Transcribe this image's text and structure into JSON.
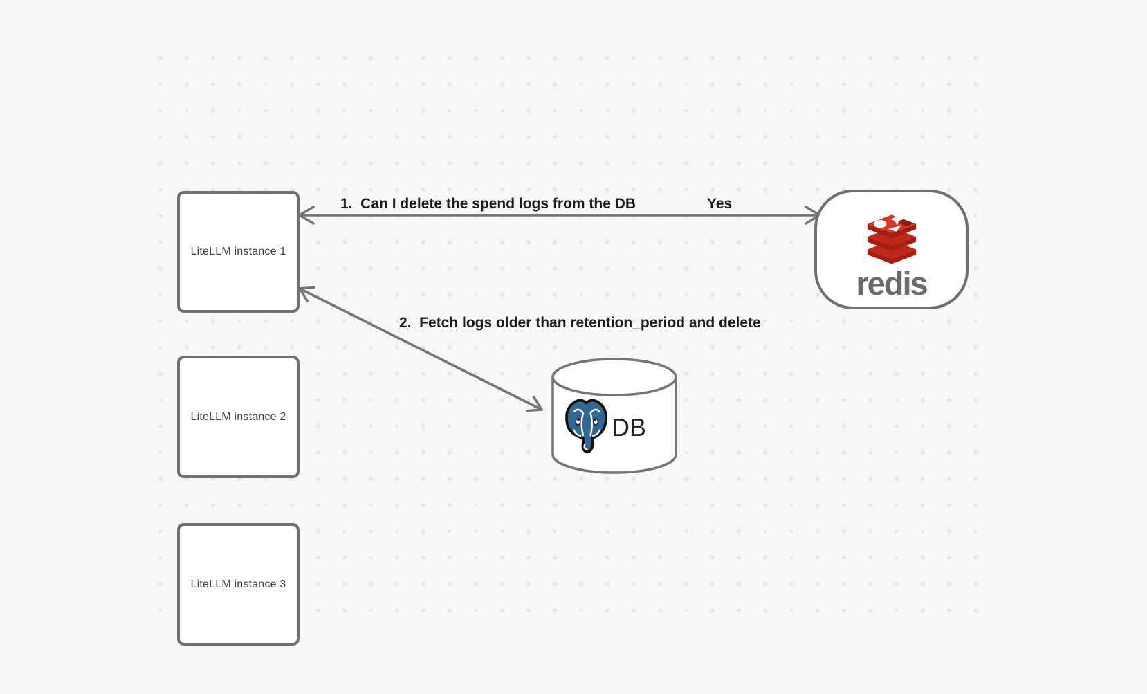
{
  "canvas": {
    "background": "#f7f7f6",
    "dot_color": "#e6e6e4"
  },
  "nodes": {
    "instances": [
      {
        "label": "LiteLLM instance 1"
      },
      {
        "label": "LiteLLM instance 2"
      },
      {
        "label": "LiteLLM instance 3"
      }
    ],
    "redis": {
      "wordmark": "redis"
    },
    "db": {
      "label": "DB"
    }
  },
  "edges": [
    {
      "label": "1.  Can I delete the spend logs from the DB",
      "reply": "Yes",
      "from": "LiteLLM instance 1",
      "to": "redis",
      "arrows": "both"
    },
    {
      "label": "2.  Fetch logs older than retention_period and delete",
      "from": "LiteLLM instance 1",
      "to": "DB",
      "arrows": "both"
    }
  ],
  "colors": {
    "shape_stroke": "#6f6f6f",
    "arrow": "#757575",
    "label_text": "#1b1b1d",
    "node_text": "#3c3c3c",
    "redis_red": "#d6392b",
    "redis_mid_red": "#c0281c",
    "redis_dark_red": "#a41e11",
    "redis_notch_red": "#8e1a10",
    "redis_wordmark_gray": "#6b6b6b",
    "postgres_blue": "#336791",
    "db_text": "#212121"
  }
}
